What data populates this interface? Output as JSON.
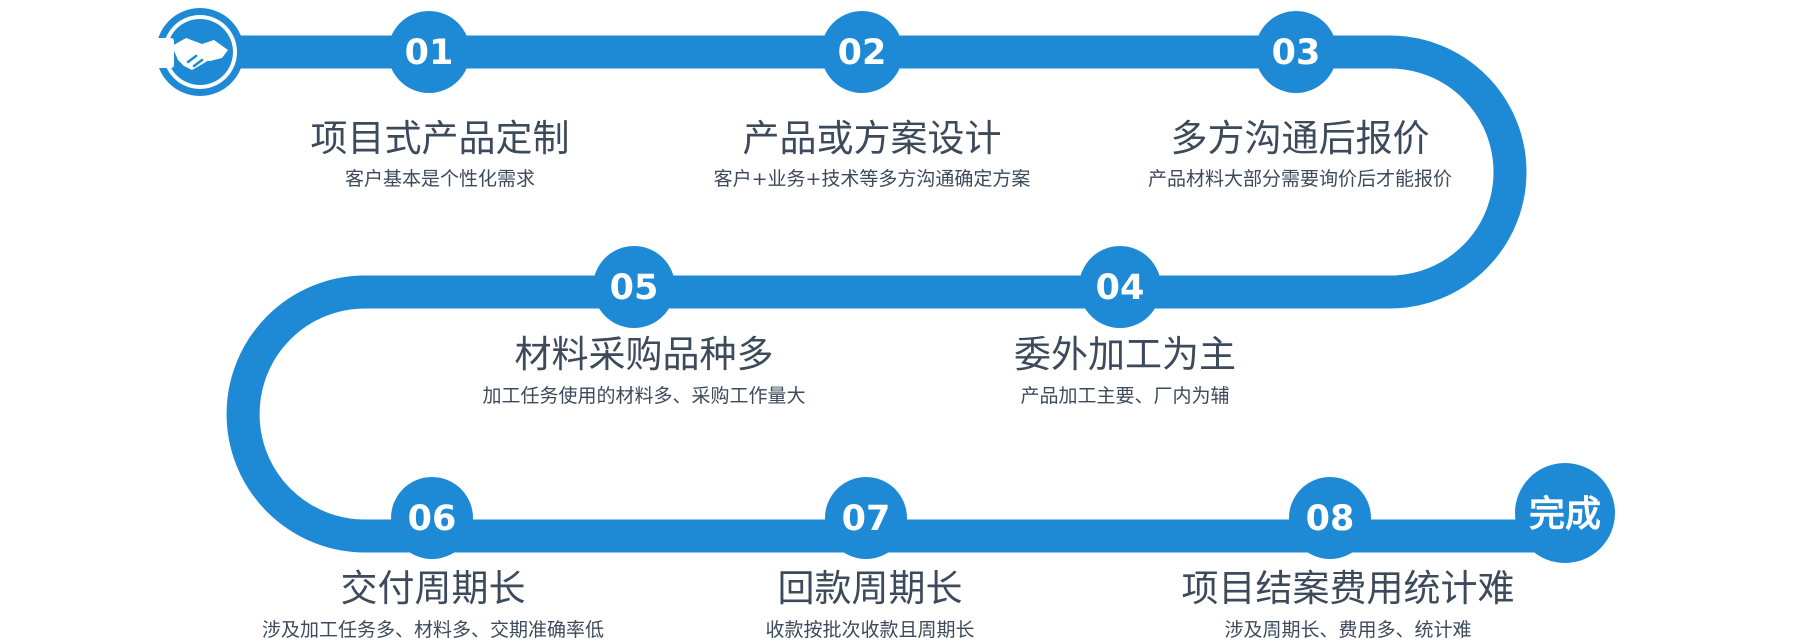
{
  "colors": {
    "accent": "#1e8ad6",
    "text": "#3d4a5c",
    "background": "#ffffff"
  },
  "start_icon": "handshake-icon",
  "steps": [
    {
      "num": "01",
      "title": "项目式产品定制",
      "desc": "客户基本是个性化需求"
    },
    {
      "num": "02",
      "title": "产品或方案设计",
      "desc": "客户+业务+技术等多方沟通确定方案"
    },
    {
      "num": "03",
      "title": "多方沟通后报价",
      "desc": "产品材料大部分需要询价后才能报价"
    },
    {
      "num": "04",
      "title": "委外加工为主",
      "desc": "产品加工主要、厂内为辅"
    },
    {
      "num": "05",
      "title": "材料采购品种多",
      "desc": "加工任务使用的材料多、采购工作量大"
    },
    {
      "num": "06",
      "title": "交付周期长",
      "desc": "涉及加工任务多、材料多、交期准确率低"
    },
    {
      "num": "07",
      "title": "回款周期长",
      "desc": "收款按批次收款且周期长"
    },
    {
      "num": "08",
      "title": "项目结案费用统计难",
      "desc": "涉及周期长、费用多、统计难"
    }
  ],
  "end_label": "完成"
}
